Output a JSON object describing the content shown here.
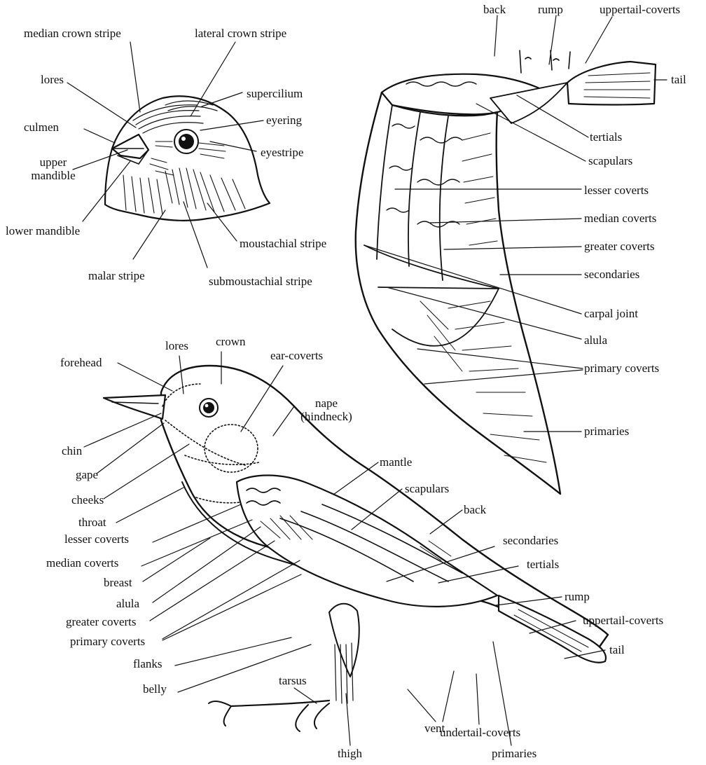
{
  "head": {
    "median_crown_stripe": "median crown stripe",
    "lateral_crown_stripe": "lateral crown stripe",
    "lores": "lores",
    "supercilium": "supercilium",
    "eyering": "eyering",
    "culmen": "culmen",
    "eyestripe": "eyestripe",
    "upper_mandible_1": "upper",
    "upper_mandible_2": "mandible",
    "lower_mandible": "lower mandible",
    "moustachial_stripe": "moustachial stripe",
    "malar_stripe": "malar stripe",
    "submoustachial_stripe": "submoustachial stripe"
  },
  "wing": {
    "back": "back",
    "rump": "rump",
    "uppertail_coverts": "uppertail-coverts",
    "tail": "tail",
    "tertials": "tertials",
    "scapulars": "scapulars",
    "lesser_coverts": "lesser coverts",
    "median_coverts": "median coverts",
    "greater_coverts": "greater coverts",
    "secondaries": "secondaries",
    "carpal_joint": "carpal joint",
    "alula": "alula",
    "primary_coverts": "primary coverts",
    "primaries": "primaries"
  },
  "body": {
    "lores": "lores",
    "crown": "crown",
    "ear_coverts": "ear-coverts",
    "forehead": "forehead",
    "nape_1": "nape",
    "nape_2": "(hindneck)",
    "chin": "chin",
    "gape": "gape",
    "mantle": "mantle",
    "scapulars": "scapulars",
    "cheeks": "cheeks",
    "throat": "throat",
    "lesser_coverts": "lesser coverts",
    "back": "back",
    "secondaries": "secondaries",
    "median_coverts": "median coverts",
    "tertials": "tertials",
    "breast": "breast",
    "alula": "alula",
    "rump": "rump",
    "greater_coverts": "greater coverts",
    "uppertail_coverts": "uppertail-coverts",
    "primary_coverts": "primary coverts",
    "tail": "tail",
    "flanks": "flanks",
    "belly": "belly",
    "tarsus": "tarsus",
    "vent": "vent",
    "undertail_coverts": "undertail-coverts",
    "thigh": "thigh",
    "primaries": "primaries"
  }
}
